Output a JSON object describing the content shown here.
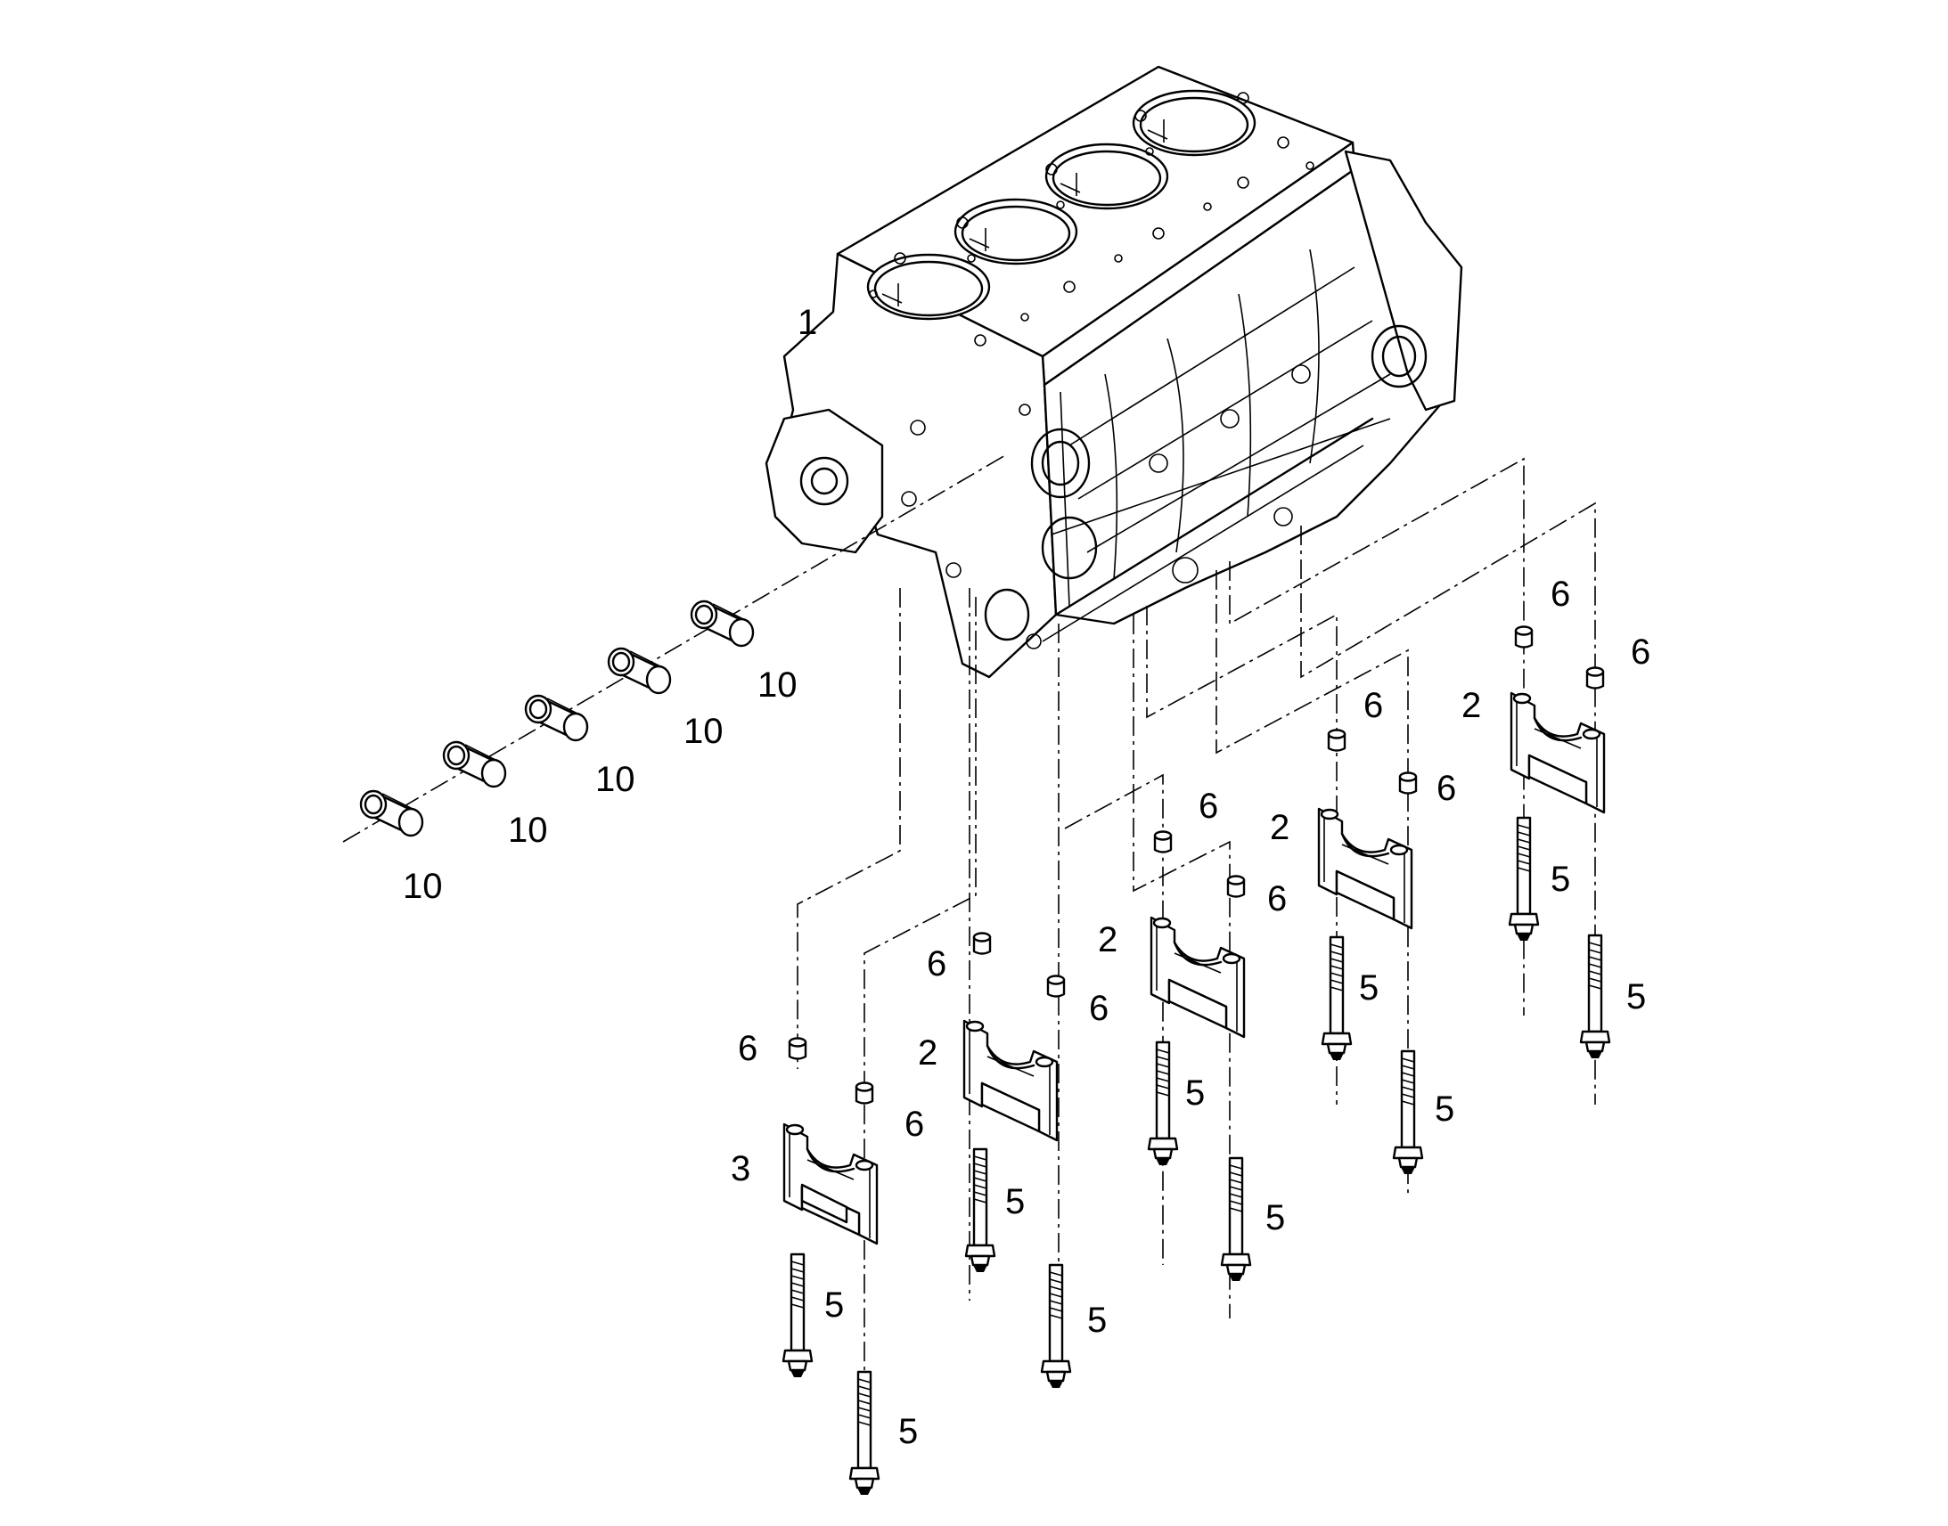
{
  "part_labels": {
    "cylinder_block": "1",
    "main_bearing_cap": "2",
    "thrust_bearing_cap": "3",
    "cap_bolt": "5",
    "dowel_sleeve": "6",
    "camshaft_bushing": "10"
  }
}
